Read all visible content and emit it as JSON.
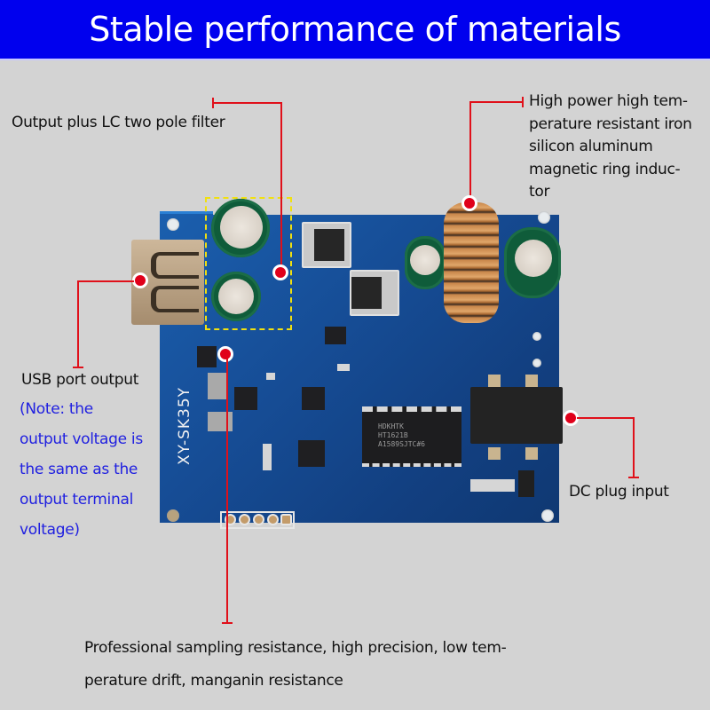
{
  "banner": {
    "title": "Stable performance of materials",
    "background": "#0000ee",
    "text_color": "#ffffff"
  },
  "board": {
    "silkscreen": "XY-SK35Y",
    "chip_marking": [
      "HDKHTK",
      "HT1621B",
      "A1589SJTC#6"
    ]
  },
  "callouts": {
    "lc_filter": {
      "label": "Output plus LC two pole filter"
    },
    "inductor": {
      "lines": [
        "High power high tem-",
        "perature resistant iron",
        "silicon aluminum",
        "magnetic ring induc-",
        "tor"
      ]
    },
    "usb": {
      "label": "USB port output",
      "note_lines": [
        "(Note: the",
        "output voltage is",
        "the same as the",
        "output terminal",
        "voltage)"
      ]
    },
    "dc_plug": {
      "label": "DC plug input"
    },
    "sampling": {
      "lines": [
        "Professional sampling resistance, high precision, low tem-",
        "perature drift, manganin resistance"
      ]
    }
  },
  "colors": {
    "callout_line": "#e0101a",
    "note_text": "#2020e0",
    "label_text": "#111111",
    "highlight_box": "#f0e010",
    "pcb": "#164d96",
    "background": "#d3d3d3"
  }
}
